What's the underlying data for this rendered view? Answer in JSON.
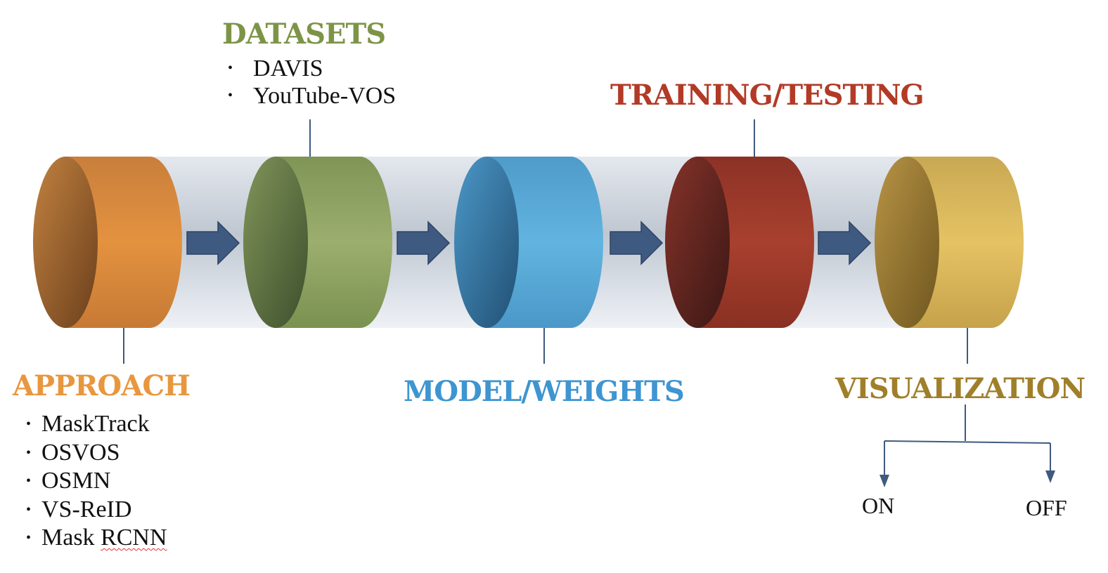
{
  "colors": {
    "approach": "#e8973f",
    "datasets": "#7d9447",
    "model": "#3e95d1",
    "training": "#b23a26",
    "visualization": "#a07f2a",
    "arrow": "#3f5a80",
    "connector": "#3f5a80",
    "pipe": "#cfd6de"
  },
  "stages": [
    {
      "key": "approach",
      "title": "APPROACH",
      "items": [
        "MaskTrack",
        "OSVOS",
        "OSMN",
        "VS-ReID",
        "Mask RCNN"
      ]
    },
    {
      "key": "datasets",
      "title": "DATASETS",
      "items": [
        "DAVIS",
        "YouTube-VOS"
      ]
    },
    {
      "key": "model",
      "title": "MODEL/WEIGHTS",
      "items": []
    },
    {
      "key": "training",
      "title": "TRAINING/TESTING",
      "items": []
    },
    {
      "key": "visualization",
      "title": "VISUALIZATION",
      "items": []
    }
  ],
  "visualization_options": [
    "ON",
    "OFF"
  ]
}
